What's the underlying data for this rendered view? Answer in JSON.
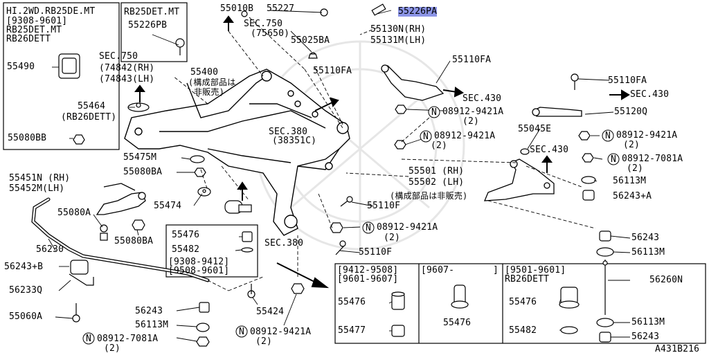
{
  "diagram": {
    "id": "A431B216",
    "highlight_color": "#8c95e6",
    "highlighted_part": "55226PA",
    "n_mark": "N",
    "boxes": {
      "top_left": {
        "header": [
          "HI.2WD.RB25DE.MT",
          "[9308-9601]",
          "RB25DET.MT",
          "RB26DETT"
        ],
        "part": "55490",
        "inner_header": "RB25DET.MT",
        "inner_part": "55226PB"
      },
      "mid_left": {
        "parts": [
          "55476",
          "55482"
        ],
        "notes": [
          "[9308-9412]",
          "[9508-9601]"
        ]
      },
      "bottom_right": {
        "col1": {
          "notes": [
            "[9412-9508]",
            "[9601-9607]"
          ],
          "parts": [
            "55476",
            "55477"
          ]
        },
        "col2": {
          "notes": [
            "[9607-",
            "]"
          ],
          "parts": [
            "55476"
          ]
        },
        "col3": {
          "notes": [
            "[9501-9601]",
            "RB26DETT"
          ],
          "parts": [
            "55476",
            "55482"
          ]
        }
      }
    },
    "sec": {
      "s750_top": [
        "SEC.750",
        "(75650)"
      ],
      "s750_left": [
        "SEC.750",
        "(74842(RH)",
        "(74843(LH)"
      ],
      "s380_mid": [
        "SEC.380",
        "(38351C)"
      ],
      "s380_low": "SEC.380",
      "s430_1": "SEC.430",
      "s430_2": "SEC.430",
      "s430_3": "SEC.430"
    },
    "notes": {
      "not_sold_1": [
        "(構成部品は",
        "非販売)"
      ],
      "not_sold_2": "(構成部品は非販売)"
    },
    "labels": {
      "p55010B": "55010B",
      "p55227": "55227",
      "p55025BA": "55025BA",
      "p55110FA_1": "55110FA",
      "p55400": "55400",
      "p55464": "55464",
      "rb26": "(RB26DETT)",
      "p55080BB": "55080BB",
      "p55475M": "55475M",
      "p55080BA_1": "55080BA",
      "p55451N": "55451N (RH)",
      "p55452M": "55452M(LH)",
      "p55474": "55474",
      "p55080A": "55080A",
      "p55080BA_2": "55080BA",
      "p56230": "56230",
      "p56243B": "56243+B",
      "p56233Q": "56233Q",
      "p55060A": "55060A",
      "p56243_1": "56243",
      "p56113M_1": "56113M",
      "n08912_7081A_1": "08912-7081A",
      "q2_a": "(2)",
      "p55424": "55424",
      "n08912_9421A_1": "08912-9421A",
      "q2_b": "(2)",
      "p55130N": "55130N(RH)",
      "p55131M": "55131M(LH)",
      "p55110FA_2": "55110FA",
      "p55110FA_3": "55110FA",
      "n08912_9421A_2": "08912-9421A",
      "q2_c": "(2)",
      "p55120Q": "55120Q",
      "n08912_9421A_3": "08912-9421A",
      "q2_d": "(2)",
      "p55045E": "55045E",
      "n08912_9421A_4": "08912-9421A",
      "q2_e": "(2)",
      "n08912_7081A_2": "08912-7081A",
      "q2_f": "(2)",
      "p55501": "55501 (RH)",
      "p55502": "55502 (LH)",
      "p56113M_2": "56113M",
      "p56243A": "56243+A",
      "p55110F_1": "55110F",
      "n08912_9421A_5": "08912-9421A",
      "q2_g": "(2)",
      "p55110F_2": "55110F",
      "p56243_2": "56243",
      "p56113M_3": "56113M",
      "p56260N": "56260N",
      "p56113M_4": "56113M",
      "p56243_3": "56243"
    }
  }
}
